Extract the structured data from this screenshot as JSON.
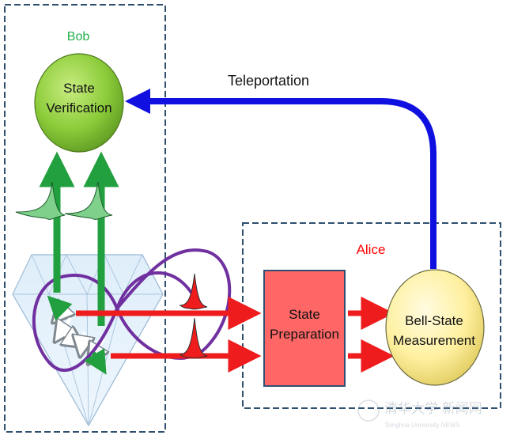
{
  "bob": {
    "title": "Bob",
    "verification_line1": "State",
    "verification_line2": "Verification"
  },
  "alice": {
    "title": "Alice",
    "preparation_line1": "State",
    "preparation_line2": "Preparation",
    "bell_line1": "Bell-State",
    "bell_line2": "Measurement"
  },
  "teleportation_label": "Teleportation",
  "watermark": {
    "text": "清华大学 新闻网",
    "sub": "Tsinghua University NEWS"
  },
  "colors": {
    "bob_title": "#22b04a",
    "alice_title": "#ff0000",
    "teleport_arrow": "#1010e0",
    "green_arrow": "#22a040",
    "red_arrow": "#ee1c1c",
    "loop": "#7030a0",
    "box_border": "#2f5070",
    "verification_fill": "#8ccc3a",
    "bell_fill": "#fff0a0",
    "preparation_fill": "#ff6666"
  }
}
